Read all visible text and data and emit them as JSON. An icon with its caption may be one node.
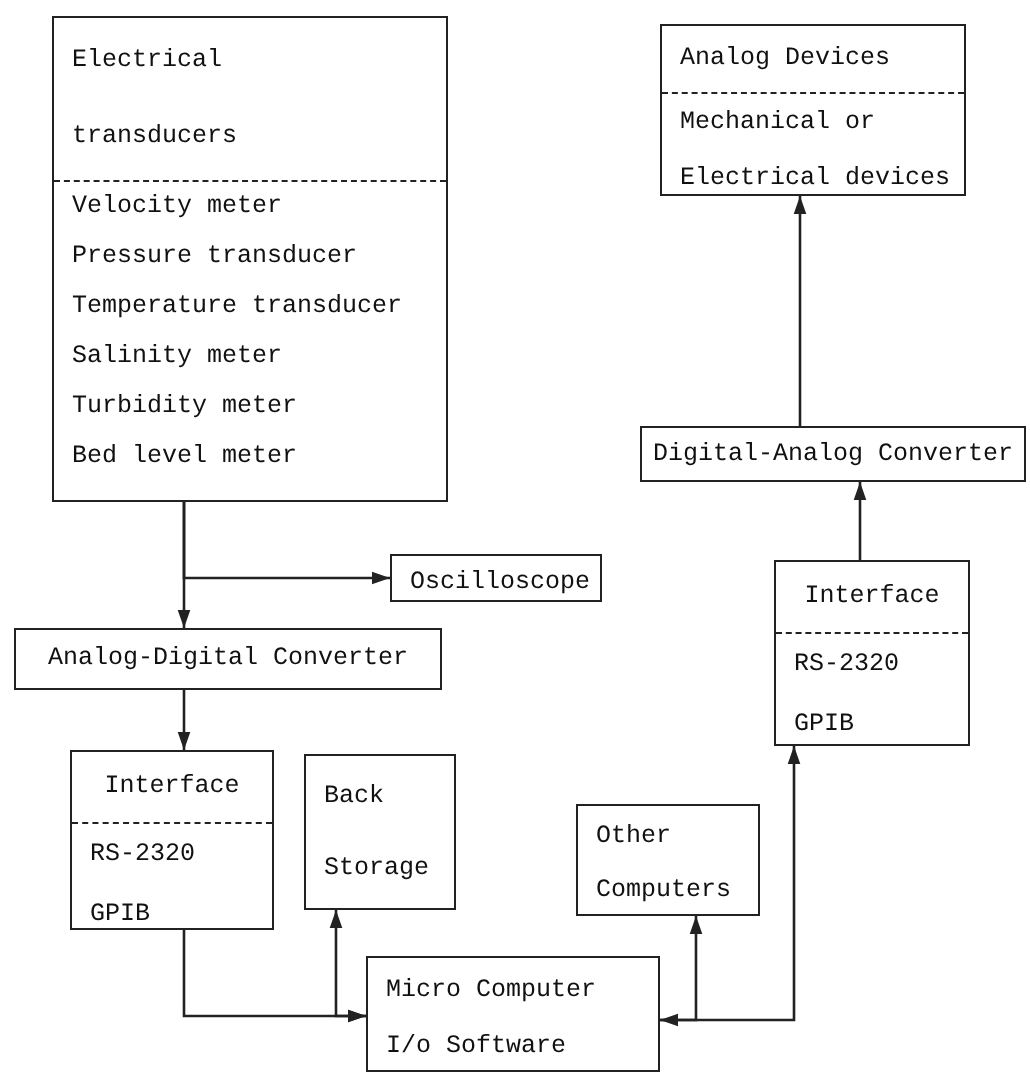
{
  "diagram": {
    "nodes": [
      {
        "text": [
          "Electrical transducers",
          "Velocity meter",
          "Pressure transducer",
          "Temperature transducer",
          "Salinity meter",
          "Turbidity meter",
          "Bed level meter"
        ]
      },
      {
        "text": [
          "Analog Devices",
          "Mechanical or Electrical devices"
        ]
      },
      {
        "text": [
          "Digital-Analog Converter"
        ]
      },
      {
        "text": [
          "Interface",
          "RS-2320",
          "GPIB"
        ]
      },
      {
        "text": [
          "Oscilloscope"
        ]
      },
      {
        "text": [
          "Analog-Digital Converter"
        ]
      },
      {
        "text": [
          "Interface",
          "RS-2320",
          "GPIB"
        ]
      },
      {
        "text": [
          "Back Storage"
        ]
      },
      {
        "text": [
          "Other Computers"
        ]
      },
      {
        "text": [
          "Micro Computer",
          "I/o Software"
        ]
      }
    ],
    "edges": [
      {
        "from": 0,
        "to": 4,
        "arrow": "to"
      },
      {
        "from": 0,
        "to": 5,
        "arrow": "to"
      },
      {
        "from": 5,
        "to": 6,
        "arrow": "to"
      },
      {
        "from": 6,
        "to": 9,
        "arrow": "to"
      },
      {
        "from": 7,
        "to": 9,
        "arrow": "both"
      },
      {
        "from": 8,
        "to": 9,
        "arrow": "both"
      },
      {
        "from": 9,
        "to": 3,
        "arrow": "to"
      },
      {
        "from": 3,
        "to": 2,
        "arrow": "to"
      },
      {
        "from": 2,
        "to": 1,
        "arrow": "to"
      }
    ]
  }
}
